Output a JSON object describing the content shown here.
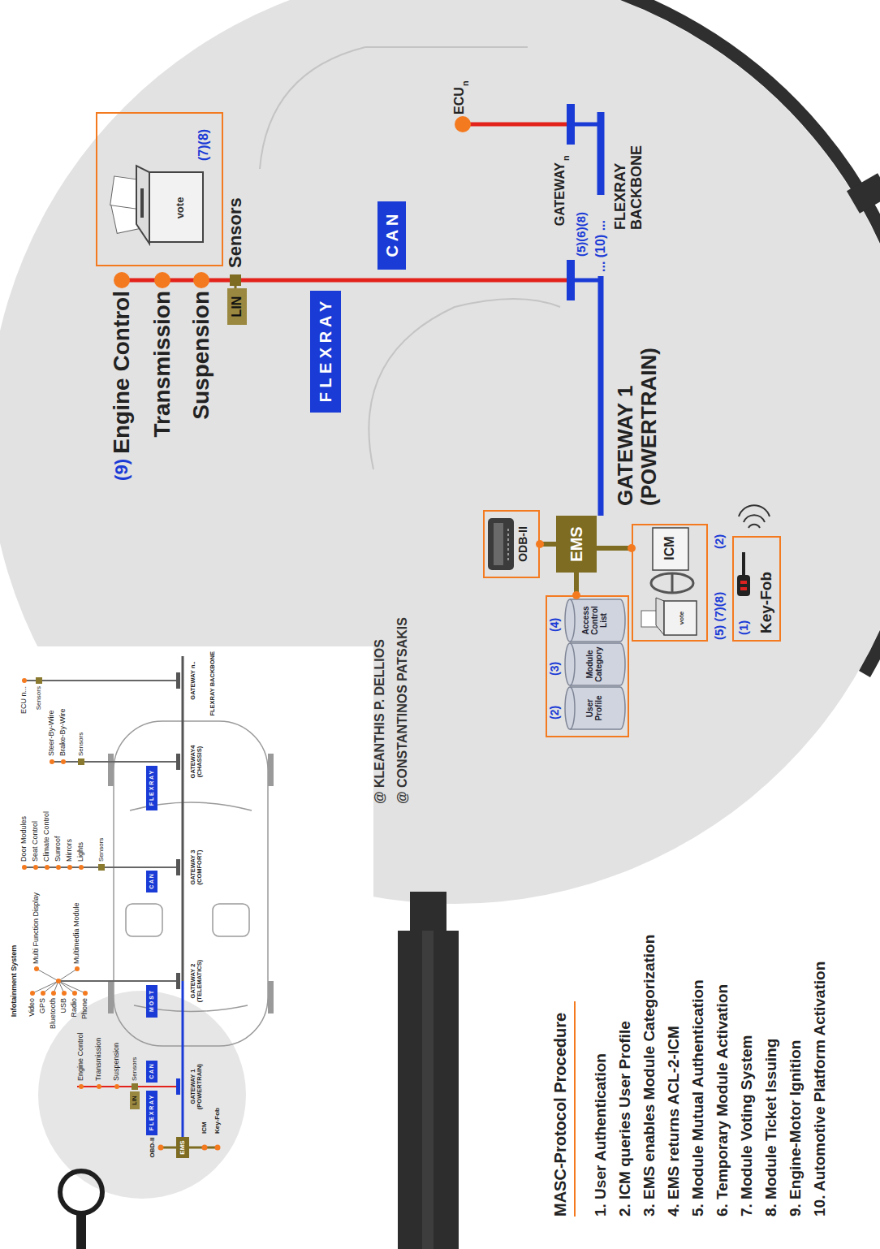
{
  "diagram": {
    "nodes": [
      {
        "text": [
          "F L E X R A Y"
        ]
      },
      {
        "text": [
          "C A N"
        ]
      },
      {
        "text": [
          "LIN"
        ]
      },
      {
        "text": [
          "EMS"
        ]
      },
      {
        "text": [
          "M O S T"
        ]
      },
      {
        "text": [
          "C A N"
        ]
      },
      {
        "text": [
          "F L E X R A Y"
        ]
      },
      {
        "text": [
          "(7)(8)"
        ]
      },
      {
        "text": [
          "LIN"
        ]
      },
      {
        "text": [
          "F L E X R A Y"
        ]
      },
      {
        "text": [
          "C A N"
        ]
      },
      {
        "text": [
          "ODB-II"
        ]
      },
      {
        "text": [
          "EMS"
        ]
      },
      {
        "text": [
          "(2)",
          "(3)",
          "(4)"
        ]
      },
      {
        "text": [
          "User Profile"
        ],
        "in": 13
      },
      {
        "text": [
          "Module Category"
        ],
        "in": 13
      },
      {
        "text": [
          "Access Control List"
        ],
        "in": 13
      },
      {
        "text": [
          "ICM",
          "(2)",
          "(5) (7)(8)"
        ]
      },
      {
        "text": [
          "(1)",
          "Key-Fob"
        ]
      }
    ],
    "edges": [
      {
        "from": 12,
        "to": 11,
        "arrow": "none"
      },
      {
        "from": 12,
        "to": 13,
        "arrow": "none"
      },
      {
        "from": 12,
        "to": 17,
        "arrow": "none"
      }
    ],
    "labels": [
      "Infotainment System",
      "Video",
      "GPS",
      "Bluetooth",
      "USB",
      "Radio",
      "Phone",
      "Multi Function Display",
      "Multimedia Module",
      "Door Modules",
      "Seat Control",
      "Climate Control",
      "Sunroof",
      "Mirrors",
      "Lights",
      "Sensors",
      "Steer-By-Wire",
      "Brake-By-Wire",
      "Sensors",
      "ECU n...",
      "Sensors",
      "Engine Control",
      "Transmission",
      "Suspension",
      "Sensors",
      "GATEWAY 1 (POWERTRAIN)",
      "GATEWAY 2 (TELEMATICS)",
      "GATEWAY 3 (COMFORT)",
      "GATEWAY4 (CHASSIS)",
      "GATEWAY n..",
      "FLEXRAY BACKBONE",
      "OBD-II",
      "ICM",
      "Key-Fob",
      "(9)",
      "Engine Control",
      "Transmission",
      "Suspension",
      "Sensors",
      "GATEWAY 1 (POWERTRAIN)",
      "(5)(6)(8)",
      "... (10) ...",
      "GATEWAY",
      "n",
      "FLEXRAY BACKBONE",
      "ECU",
      "n",
      "@ KLEANTHIS P. DELLIOS",
      "@ CONSTANTINOS PATSAKIS",
      "vote",
      "vote",
      "MASC-Protocol Procedure",
      "1. User Authentication",
      "2. ICM queries User Profile",
      "3. EMS enables Module Categorization",
      "4. EMS returns ACL-2-ICM",
      "5. Module Mutual Authentication",
      "6. Temporary Module Activation",
      "7. Module Voting System",
      "8. Module Ticket Issuing",
      "9. Engine-Motor Ignition",
      "10. Automotive Platform Activation"
    ]
  }
}
